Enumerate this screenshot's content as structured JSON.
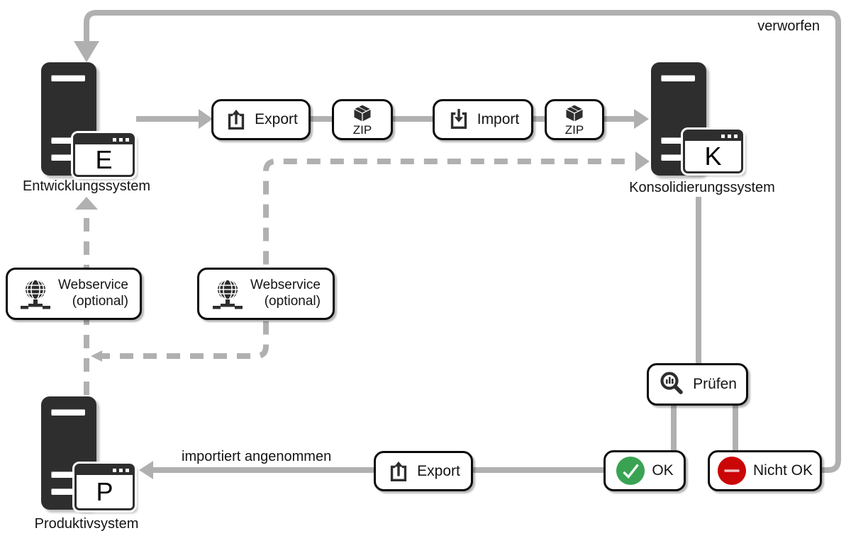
{
  "systems": {
    "development": {
      "letter": "E",
      "label": "Entwicklungssystem"
    },
    "consolidation": {
      "letter": "K",
      "label": "Konsolidierungssystem"
    },
    "production": {
      "letter": "P",
      "label": "Produktivsystem"
    }
  },
  "steps": {
    "export_top": "Export",
    "zip_top_1": "ZIP",
    "import_top": "Import",
    "zip_top_2": "ZIP",
    "webservice_1": {
      "line1": "Webservice",
      "line2": "(optional)"
    },
    "webservice_2": {
      "line1": "Webservice",
      "line2": "(optional)"
    },
    "pruefen": "Prüfen",
    "ok": "OK",
    "nicht_ok": "Nicht OK",
    "export_bottom": "Export"
  },
  "edge_labels": {
    "verworfen": "verworfen",
    "importiert_angenommen": "importiert angenommen"
  },
  "colors": {
    "ok_green": "#3AA353",
    "nicht_ok_red": "#CB0606",
    "connector_gray": "#B0B0B0",
    "icon_dark": "#2E2E2E",
    "border_black": "#0A0A0A"
  },
  "icons": {
    "export": "square-with-up-arrow",
    "import": "square-with-down-arrow",
    "zip": "package-cube",
    "webservice": "globe-on-stand",
    "pruefen": "magnifier-with-bar-chart",
    "ok": "green-circle-check",
    "nicht_ok": "red-circle-minus",
    "system_window": "application-window-with-letter",
    "server": "server-tower"
  }
}
